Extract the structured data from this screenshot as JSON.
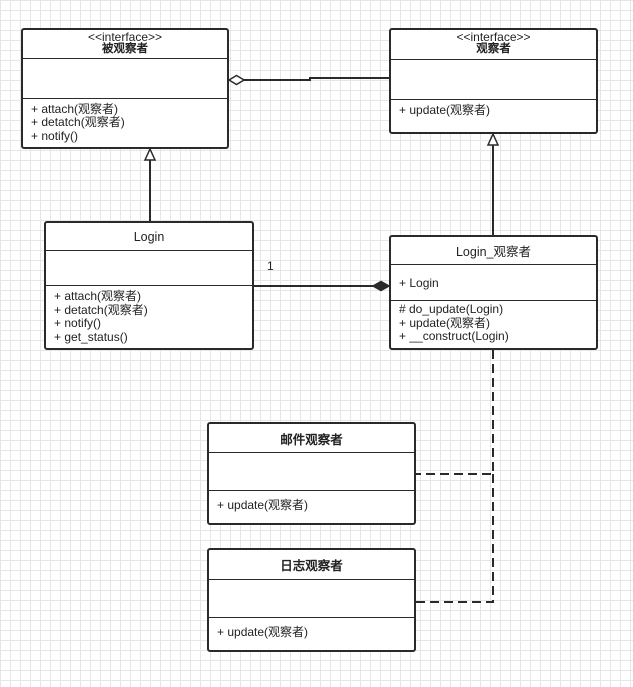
{
  "diagram": {
    "subject_interface": {
      "stereotype": "<<interface>>",
      "name": "被观察者",
      "attributes": [],
      "operations": [
        "+ attach(观察者)",
        "+ detatch(观察者)",
        "+ notify()"
      ]
    },
    "observer_interface": {
      "stereotype": "<<interface>>",
      "name": "观察者",
      "attributes": [],
      "operations": [
        "+ update(观察者)"
      ]
    },
    "login_class": {
      "name": "Login",
      "attributes": [],
      "operations": [
        "+ attach(观察者)",
        "+ detatch(观察者)",
        "+ notify()",
        "+ get_status()"
      ]
    },
    "login_observer_class": {
      "name": "Login_观察者",
      "attributes": [
        "+ Login"
      ],
      "operations": [
        "# do_update(Login)",
        "+ update(观察者)",
        "+ __construct(Login)"
      ]
    },
    "mail_observer_class": {
      "name": "邮件观察者",
      "attributes": [],
      "operations": [
        "+ update(观察者)"
      ]
    },
    "log_observer_class": {
      "name": "日志观察者",
      "attributes": [],
      "operations": [
        "+ update(观察者)"
      ]
    },
    "composition_multiplicity": "1"
  },
  "colors": {
    "line": "#2a2a2a",
    "grid": "#e6e6e6",
    "background": "#ffffff"
  }
}
